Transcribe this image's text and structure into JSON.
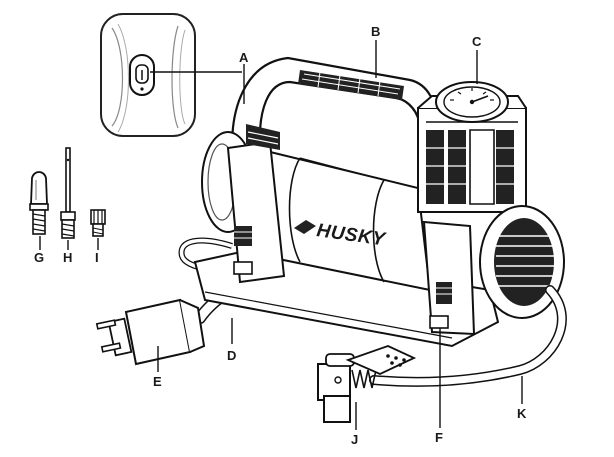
{
  "diagram": {
    "brand_text": "HUSKY",
    "callouts": {
      "A": "A",
      "B": "B",
      "C": "C",
      "D": "D",
      "E": "E",
      "F": "F",
      "G": "G",
      "H": "H",
      "I": "I",
      "J": "J",
      "K": "K"
    }
  }
}
